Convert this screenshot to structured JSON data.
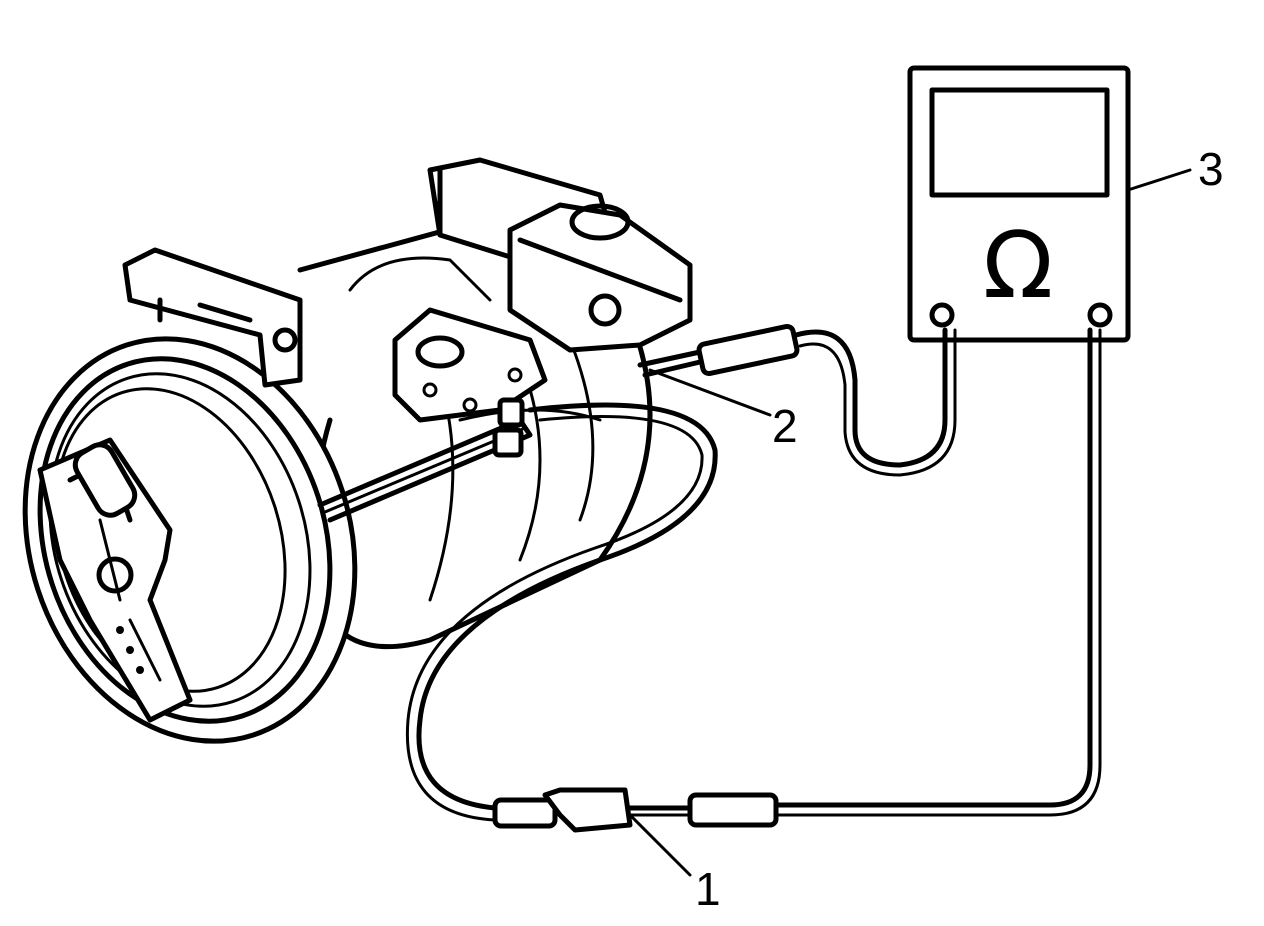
{
  "callouts": {
    "connector": "1",
    "switch_terminal": "2",
    "ohmmeter": "3"
  },
  "meter": {
    "symbol": "Ω"
  }
}
